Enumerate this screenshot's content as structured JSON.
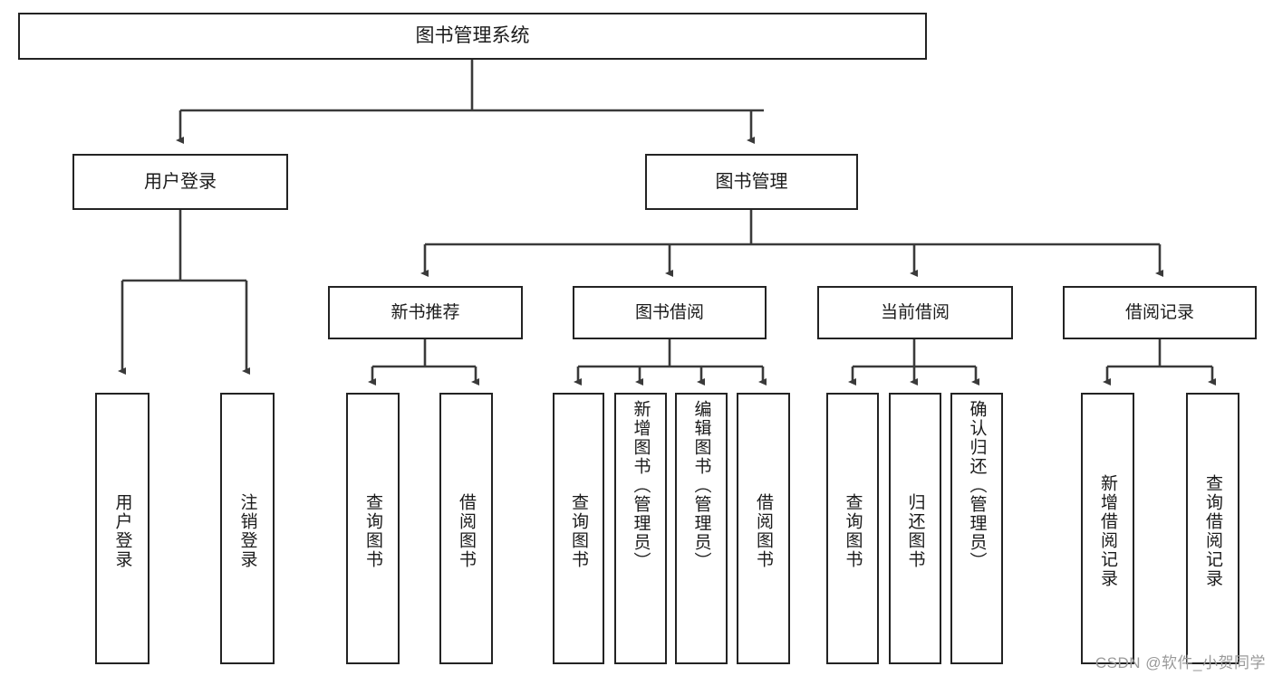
{
  "diagram": {
    "type": "tree-hierarchy-diagram",
    "title": "图书管理系统",
    "root": {
      "id": "root",
      "label": "图书管理系统"
    },
    "level1": [
      {
        "id": "user-login",
        "label": "用户登录"
      },
      {
        "id": "book-manage",
        "label": "图书管理"
      }
    ],
    "level2": [
      {
        "id": "new-book-rec",
        "label": "新书推荐",
        "parent": "book-manage"
      },
      {
        "id": "book-borrow",
        "label": "图书借阅",
        "parent": "book-manage"
      },
      {
        "id": "current-borrow",
        "label": "当前借阅",
        "parent": "book-manage"
      },
      {
        "id": "borrow-record",
        "label": "借阅记录",
        "parent": "book-manage"
      }
    ],
    "leaves": [
      {
        "id": "leaf-user-login",
        "label": "用户登录",
        "parent": "user-login"
      },
      {
        "id": "leaf-logout",
        "label": "注销登录",
        "parent": "user-login"
      },
      {
        "id": "leaf-query-book-1",
        "label": "查询图书",
        "parent": "new-book-rec"
      },
      {
        "id": "leaf-borrow-book-1",
        "label": "借阅图书",
        "parent": "new-book-rec"
      },
      {
        "id": "leaf-query-book-2",
        "label": "查询图书",
        "parent": "book-borrow"
      },
      {
        "id": "leaf-add-book",
        "label": "新增图书（管理员）",
        "parent": "book-borrow"
      },
      {
        "id": "leaf-edit-book",
        "label": "编辑图书（管理员）",
        "parent": "book-borrow"
      },
      {
        "id": "leaf-borrow-book-2",
        "label": "借阅图书",
        "parent": "book-borrow"
      },
      {
        "id": "leaf-query-book-3",
        "label": "查询图书",
        "parent": "current-borrow"
      },
      {
        "id": "leaf-return-book",
        "label": "归还图书",
        "parent": "current-borrow"
      },
      {
        "id": "leaf-confirm-return",
        "label": "确认归还（管理员）",
        "parent": "current-borrow"
      },
      {
        "id": "leaf-add-record",
        "label": "新增借阅记录",
        "parent": "borrow-record"
      },
      {
        "id": "leaf-query-record",
        "label": "查询借阅记录",
        "parent": "borrow-record"
      }
    ]
  },
  "watermark": {
    "text": "CSDN @软件_小贺同学"
  },
  "colors": {
    "stroke": "#232323",
    "background": "#ffffff",
    "text": "#1b1b1b",
    "watermark": "#9a9a9a"
  }
}
